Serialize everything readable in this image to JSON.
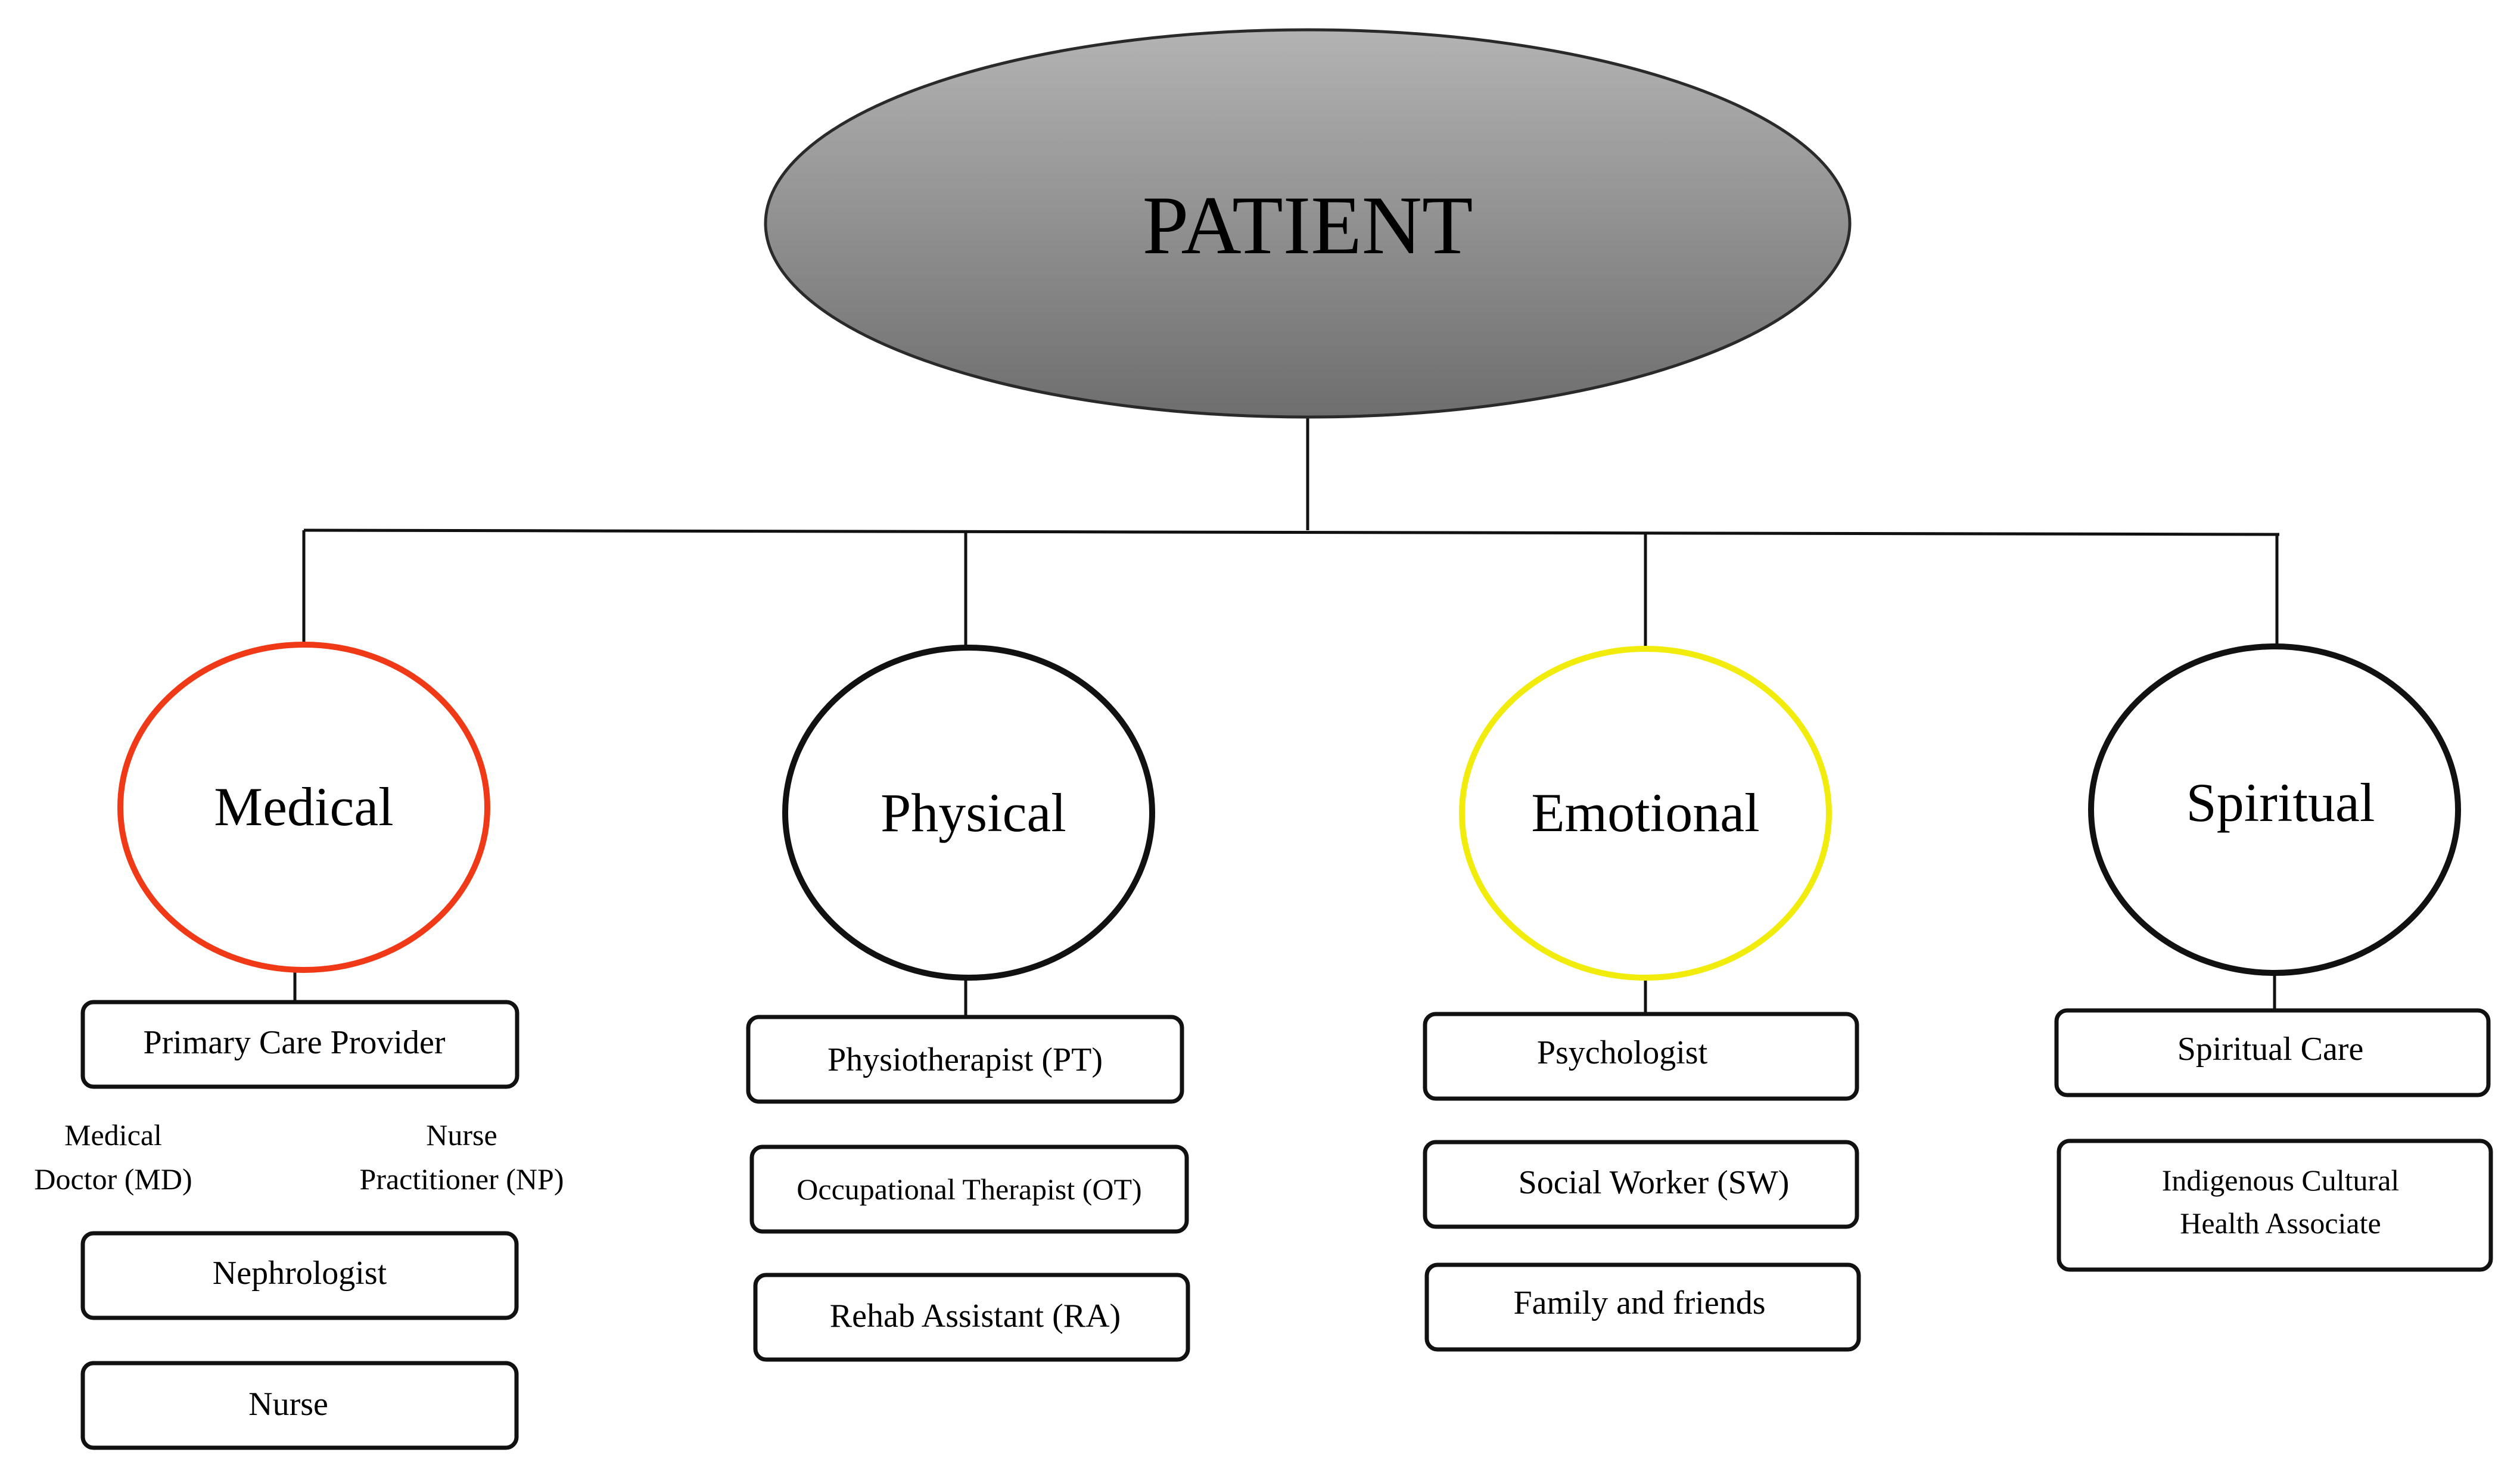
{
  "root": {
    "label": "PATIENT"
  },
  "categories": [
    {
      "label": "Medical",
      "ring_color": "#f03a17",
      "items": [
        "Primary Care Provider",
        "Nephrologist",
        "Nurse"
      ],
      "sub_roles": [
        {
          "lines": [
            "Medical",
            "Doctor (MD)"
          ]
        },
        {
          "lines": [
            "Nurse",
            "Practitioner (NP)"
          ]
        }
      ]
    },
    {
      "label": "Physical",
      "ring_color": "#111111",
      "items": [
        "Physiotherapist (PT)",
        "Occupational Therapist (OT)",
        "Rehab Assistant (RA)"
      ]
    },
    {
      "label": "Emotional",
      "ring_color": "#f2ec0c",
      "items": [
        "Psychologist",
        "Social Worker (SW)",
        "Family and friends"
      ]
    },
    {
      "label": "Spiritual",
      "ring_color": "#111111",
      "items": [
        "Spiritual Care",
        "Indigenous Cultural\nHealth Associate"
      ]
    }
  ]
}
